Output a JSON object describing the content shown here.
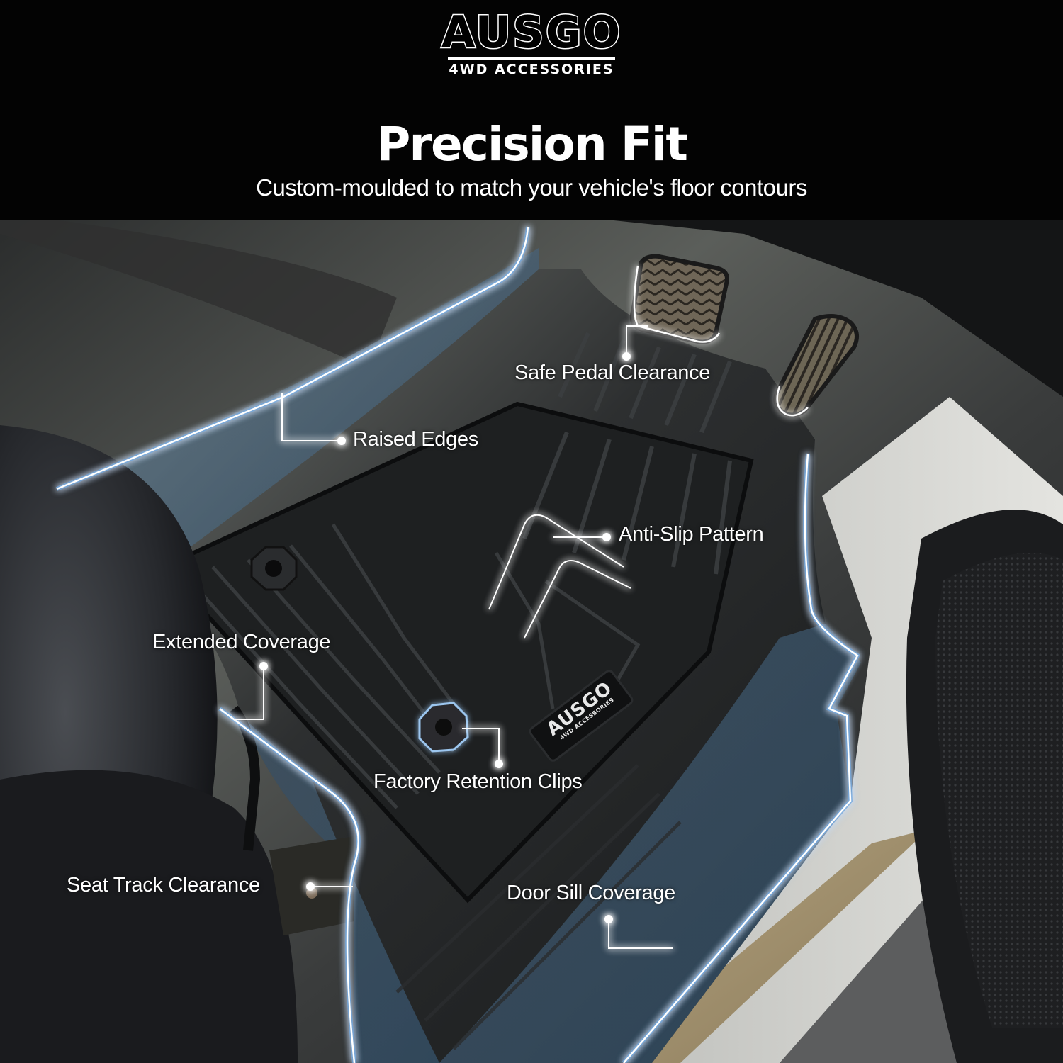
{
  "brand": {
    "name": "AUSGO",
    "tagline": "4WD ACCESSORIES"
  },
  "header": {
    "title": "Precision Fit",
    "subtitle": "Custom-moulded to match your vehicle's floor contours"
  },
  "mat_badge": {
    "name": "AUSGO",
    "tagline": "4WD ACCESSORIES"
  },
  "callouts": [
    {
      "id": "safe-pedal-clearance",
      "label": "Safe Pedal Clearance"
    },
    {
      "id": "raised-edges",
      "label": "Raised Edges"
    },
    {
      "id": "anti-slip-pattern",
      "label": "Anti-Slip Pattern"
    },
    {
      "id": "extended-coverage",
      "label": "Extended Coverage"
    },
    {
      "id": "factory-retention-clips",
      "label": "Factory Retention Clips"
    },
    {
      "id": "seat-track-clearance",
      "label": "Seat Track Clearance"
    },
    {
      "id": "door-sill-coverage",
      "label": "Door Sill Coverage"
    }
  ],
  "colors": {
    "header_bg": "#030303",
    "outline_glow": "#7fb4e8",
    "outline_core": "#ffffff",
    "mat_tint": "#4a6a88",
    "text": "#ffffff"
  }
}
